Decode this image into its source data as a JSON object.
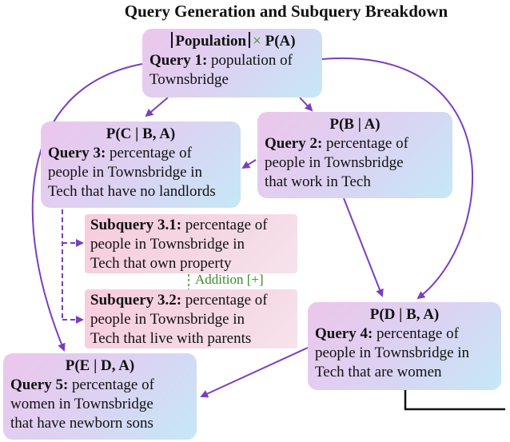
{
  "title": "Query Generation and Subquery Breakdown",
  "root": {
    "header_left": "Population",
    "header_times": "×",
    "header_right": "P(A)",
    "query_label": "Query 1:",
    "query_text_1": " population of",
    "query_text_2": "Townsbridge"
  },
  "q3": {
    "header": "P(C | B, A)",
    "query_label": "Query 3:",
    "line1": " percentage of",
    "line2": "people in Townsbridge in",
    "line3": "Tech that have no landlords"
  },
  "q2": {
    "header": "P(B | A)",
    "query_label": "Query 2:",
    "line1": " percentage of",
    "line2": "people in Townsbridge",
    "line3": "that work in Tech"
  },
  "sq31": {
    "label": "Subquery 3.1:",
    "line1": " percentage of",
    "line2": "people in Townsbridge in",
    "line3": "Tech that own property"
  },
  "addition_label": "Addition [+]",
  "sq32": {
    "label": "Subquery 3.2:",
    "line1": " percentage of",
    "line2": "people in Townsbridge in",
    "line3": "Tech that live with parents"
  },
  "q4": {
    "header": "P(D | B, A)",
    "query_label": "Query 4:",
    "line1": " percentage of",
    "line2": "people in Townsbridge in",
    "line3": "Tech that are women"
  },
  "q5": {
    "header": "P(E | D, A)",
    "query_label": "Query 5:",
    "line1": " percentage of",
    "line2": "women in Townsbridge",
    "line3": "that have newborn sons"
  },
  "colors": {
    "arrow": "#7a3fbf",
    "addition": "#3a8a2a",
    "box_gradient_start": "#ecc6ec",
    "box_gradient_end": "#c5e8f6",
    "subquery_fill": "#f8ccdc"
  }
}
